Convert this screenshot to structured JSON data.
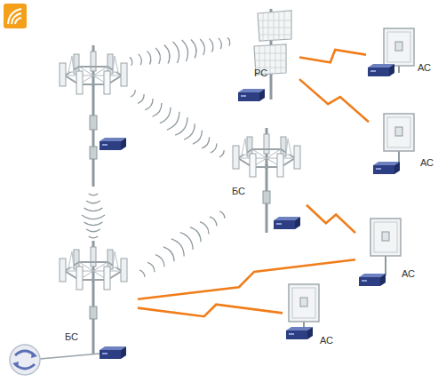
{
  "diagram": {
    "nodes": [
      {
        "text": [
          "РС"
        ]
      },
      {
        "text": [
          "АС"
        ]
      },
      {
        "text": [
          "АС"
        ]
      },
      {
        "text": [
          "БС"
        ]
      },
      {
        "text": [
          "АС"
        ]
      },
      {
        "text": [
          "БС"
        ]
      },
      {
        "text": [
          "АС"
        ]
      }
    ],
    "edges": [
      {
        "from": 0,
        "to": 1,
        "arrow": "none"
      },
      {
        "from": 0,
        "to": 2,
        "arrow": "none"
      },
      {
        "from": 3,
        "to": 4,
        "arrow": "none"
      },
      {
        "from": 5,
        "to": 3,
        "arrow": "none"
      },
      {
        "from": 5,
        "to": 4,
        "arrow": "none"
      },
      {
        "from": 5,
        "to": 6,
        "arrow": "none"
      }
    ]
  }
}
